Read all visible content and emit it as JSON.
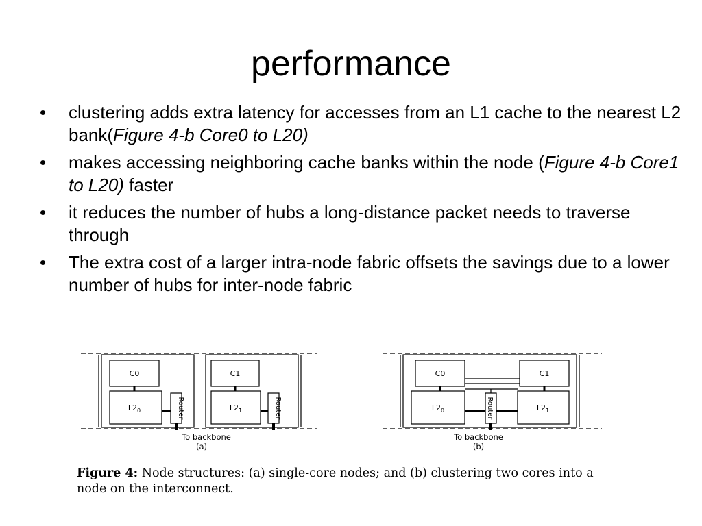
{
  "slide": {
    "title": "performance",
    "bullets": [
      {
        "pre": "clustering adds extra latency for accesses from an L1 cache to the nearest L2 bank(",
        "italic": "Figure 4-b Core0 to L20)",
        "post": ""
      },
      {
        "pre": "makes accessing neighboring cache banks within the node (",
        "italic": "Figure 4-b Core1 to L20)",
        "post": " faster"
      },
      {
        "pre": "it reduces the number of hubs a long-distance packet needs to traverse through",
        "italic": "",
        "post": ""
      },
      {
        "pre": "The extra cost of a larger intra-node fabric offsets the savings due to a lower number of hubs for inter-node fabric",
        "italic": "",
        "post": ""
      }
    ]
  },
  "figure": {
    "a": {
      "core0": "C0",
      "core1": "C1",
      "l2_0": "L2",
      "l2_0_sub": "0",
      "l2_1": "L2",
      "l2_1_sub": "1",
      "router": "Router",
      "backbone": "To backbone",
      "label": "(a)"
    },
    "b": {
      "core0": "C0",
      "core1": "C1",
      "l2_0": "L2",
      "l2_0_sub": "0",
      "l2_1": "L2",
      "l2_1_sub": "1",
      "router": "Router",
      "backbone": "To backbone",
      "label": "(b)"
    },
    "caption_head": "Figure 4:",
    "caption_body": " Node structures: (a) single-core nodes; and (b) clustering two cores into a node on the interconnect."
  }
}
